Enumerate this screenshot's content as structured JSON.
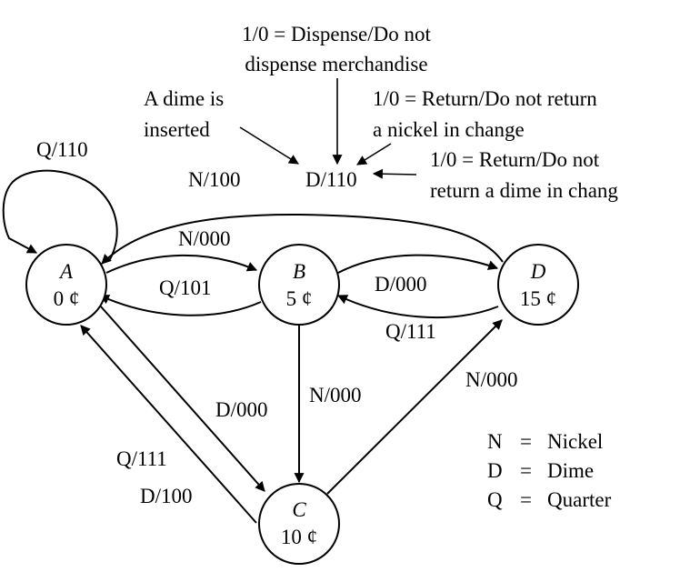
{
  "annotations": {
    "dispense_line1": "1/0 = Dispense/Do not",
    "dispense_line2": "dispense merchandise",
    "dime_inserted_line1": "A dime is",
    "dime_inserted_line2": "inserted",
    "return_nickel_line1": "1/0 = Return/Do not return",
    "return_nickel_line2": "a nickel in change",
    "return_dime_line1": "1/0 = Return/Do not",
    "return_dime_line2": "return a dime in chang"
  },
  "states": {
    "A": {
      "name": "A",
      "value": "0 ¢"
    },
    "B": {
      "name": "B",
      "value": "5 ¢"
    },
    "C": {
      "name": "C",
      "value": "10 ¢"
    },
    "D": {
      "name": "D",
      "value": "15 ¢"
    }
  },
  "transitions": {
    "A_self_Q": "Q/110",
    "D_to_A_N": "N/100",
    "D_to_A_D": "D/110",
    "A_to_B": "N/000",
    "B_to_A": "Q/101",
    "B_to_D": "D/000",
    "D_to_B": "Q/111",
    "A_to_C": "D/000",
    "B_to_C": "N/000",
    "C_to_D": "N/000",
    "C_to_A_Q": "Q/111",
    "C_to_A_D": "D/100"
  },
  "legend": {
    "nickel_key": "N",
    "nickel_eq": "=",
    "nickel_val": "Nickel",
    "dime_key": "D",
    "dime_eq": "=",
    "dime_val": "Dime",
    "quarter_key": "Q",
    "quarter_eq": "=",
    "quarter_val": "Quarter"
  }
}
